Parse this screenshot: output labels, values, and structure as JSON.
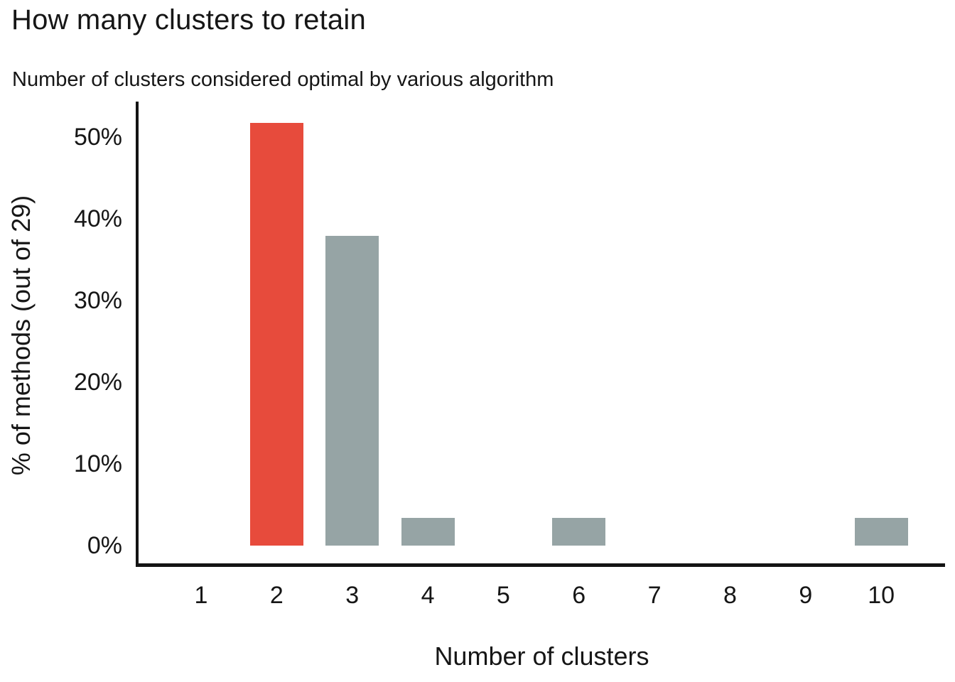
{
  "chart_data": {
    "type": "bar",
    "title": "How many clusters to retain",
    "subtitle": "Number of clusters considered optimal by various algorithm",
    "xlabel": "Number of clusters",
    "ylabel": "% of methods (out of 29)",
    "categories": [
      "1",
      "2",
      "3",
      "4",
      "5",
      "6",
      "7",
      "8",
      "9",
      "10"
    ],
    "values": [
      0,
      51.7,
      37.9,
      3.4,
      0,
      3.4,
      0,
      0,
      0,
      3.4
    ],
    "ylim": [
      0,
      54
    ],
    "yticks": [
      0,
      10,
      20,
      30,
      40,
      50
    ],
    "ytick_labels": [
      "0%",
      "10%",
      "20%",
      "30%",
      "40%",
      "50%"
    ],
    "grid": "off",
    "legend": "none",
    "highlight_category": "2",
    "colors": {
      "highlight": "#E74B3C",
      "bar_default": "#96A4A5",
      "axis": "#141414",
      "text": "#161616"
    }
  }
}
